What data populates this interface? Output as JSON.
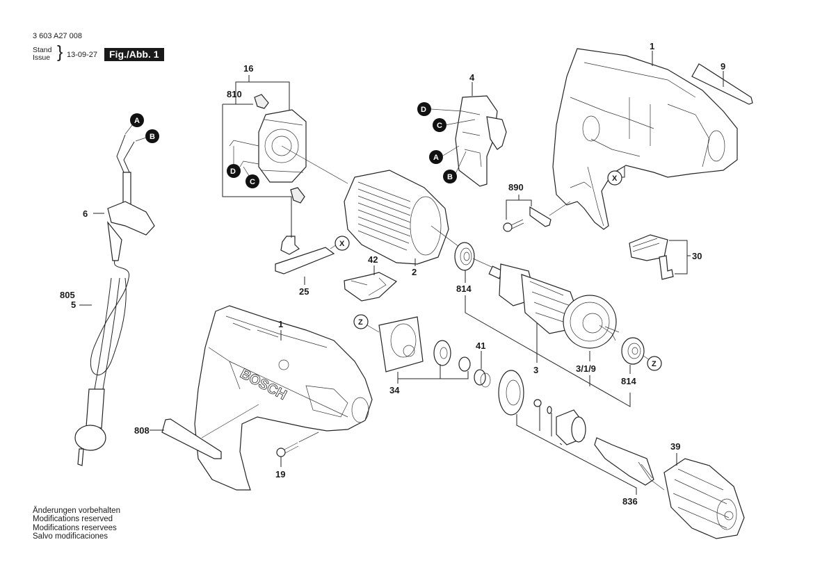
{
  "header": {
    "doc_number": "3 603 A27 008",
    "stand_label": "Stand",
    "issue_label": "Issue",
    "brace": "}",
    "date": "13-09-27",
    "figure_badge": "Fig./Abb. 1"
  },
  "footer_notes": [
    "Änderungen vorbehalten",
    "Modifications reserved",
    "Modifications reservees",
    "Salvo modificaciones"
  ],
  "brand_text": "BOSCH",
  "part_labels": {
    "housing_right": "1",
    "nameplate": "9",
    "switch": "4",
    "brush_holder": "16",
    "carbon_brush": "810",
    "strain_relief_set": "890",
    "stator": "2",
    "brush_cover": "25",
    "spring_clip": "42",
    "bearing_front": "814",
    "armature": "3",
    "fan_kit": "3/1/9",
    "bearing_rear": "814",
    "selector": "30",
    "cord_grommet": "6",
    "cord_a": "805",
    "cord_b": "5",
    "housing_left": "1",
    "label_plate": "808",
    "screw": "19",
    "bearing_plate": "34",
    "spring": "41",
    "spindle_kit": "836",
    "chuck": "39"
  },
  "connector_markers": {
    "A": "A",
    "B": "B",
    "C": "C",
    "D": "D"
  },
  "reference_markers": {
    "X": "X",
    "Z": "Z"
  }
}
